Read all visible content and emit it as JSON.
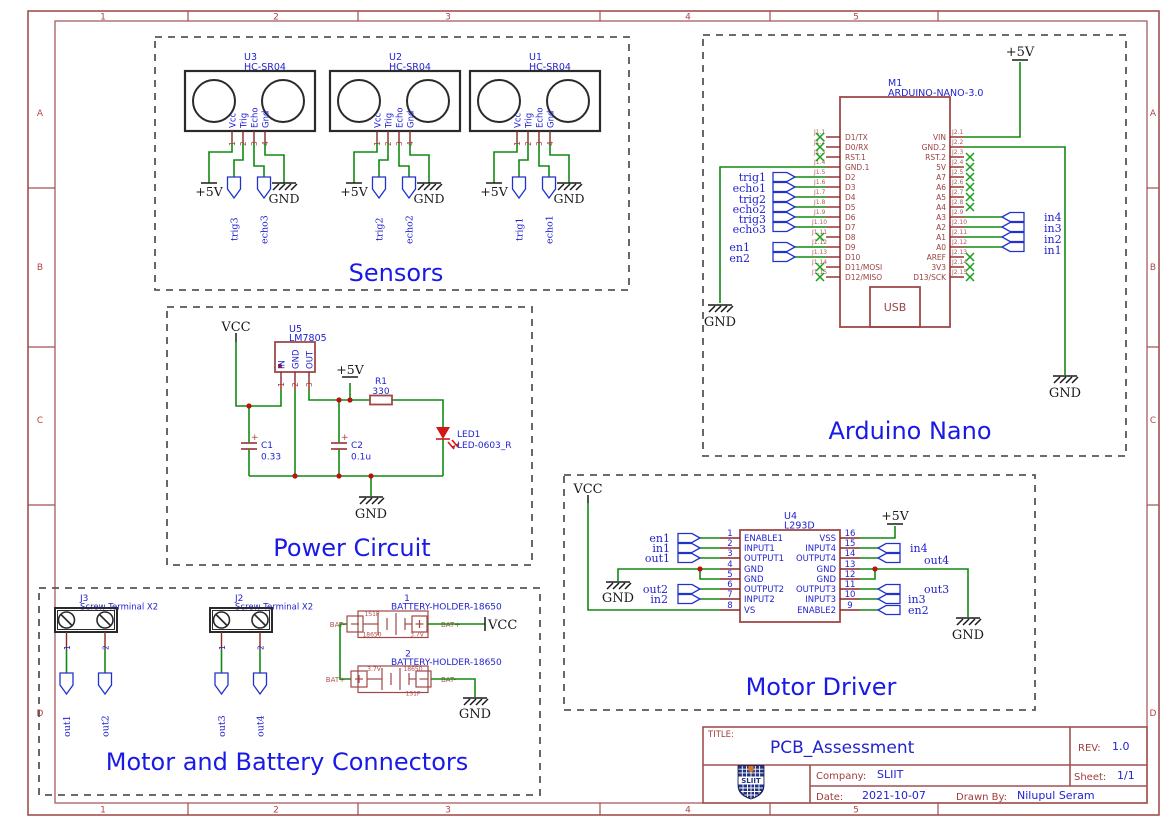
{
  "border": {
    "columns": [
      "1",
      "2",
      "3",
      "4",
      "5"
    ],
    "rows": [
      "A",
      "B",
      "C",
      "D"
    ]
  },
  "palette": {
    "wire_green": "#108a10",
    "part_red": "#a04848",
    "label_blue": "#2222d0",
    "frame_red": "#a15050",
    "black": "#1a1a1a",
    "led_red": "#d01818"
  },
  "sensors": {
    "title": "Sensors",
    "pin_names": [
      "Vcc",
      "Trig",
      "Echo",
      "Gnd"
    ],
    "pin_numbers": [
      "1",
      "2",
      "3",
      "4"
    ],
    "units": [
      {
        "ref": "U3",
        "part": "HC-SR04",
        "power": "+5V",
        "gnd": "GND",
        "trig": "trig3",
        "echo": "echo3"
      },
      {
        "ref": "U2",
        "part": "HC-SR04",
        "power": "+5V",
        "gnd": "GND",
        "trig": "trig2",
        "echo": "echo2"
      },
      {
        "ref": "U1",
        "part": "HC-SR04",
        "power": "+5V",
        "gnd": "GND",
        "trig": "trig1",
        "echo": "echo1"
      }
    ]
  },
  "arduino": {
    "title": "Arduino Nano",
    "ref": "M1",
    "part": "ARDUINO-NANO-3.0",
    "usb": "USB",
    "power": "+5V",
    "gnd_left": "GND",
    "gnd_right": "GND",
    "left_pins": [
      {
        "num": "J1.1",
        "name": "D1/TX"
      },
      {
        "num": "J1.2",
        "name": "D0/RX"
      },
      {
        "num": "J1.3",
        "name": "RST.1"
      },
      {
        "num": "J1.4",
        "name": "GND.1"
      },
      {
        "num": "J1.5",
        "name": "D2"
      },
      {
        "num": "J1.6",
        "name": "D3"
      },
      {
        "num": "J1.7",
        "name": "D4"
      },
      {
        "num": "J1.8",
        "name": "D5"
      },
      {
        "num": "J1.9",
        "name": "D6"
      },
      {
        "num": "J1.10",
        "name": "D7"
      },
      {
        "num": "J1.11",
        "name": "D8"
      },
      {
        "num": "J1.12",
        "name": "D9"
      },
      {
        "num": "J1.13",
        "name": "D10"
      },
      {
        "num": "J1.14",
        "name": "D11/MOSI"
      },
      {
        "num": "J1.15",
        "name": "D12/MISO"
      }
    ],
    "right_pins": [
      {
        "num": "J2.1",
        "name": "VIN"
      },
      {
        "num": "J2.2",
        "name": "GND.2"
      },
      {
        "num": "J2.3",
        "name": "RST.2"
      },
      {
        "num": "J2.4",
        "name": "5V"
      },
      {
        "num": "J2.5",
        "name": "A7"
      },
      {
        "num": "J2.6",
        "name": "A6"
      },
      {
        "num": "J2.7",
        "name": "A5"
      },
      {
        "num": "J2.8",
        "name": "A4"
      },
      {
        "num": "J2.9",
        "name": "A3"
      },
      {
        "num": "J2.10",
        "name": "A2"
      },
      {
        "num": "J2.11",
        "name": "A1"
      },
      {
        "num": "J2.12",
        "name": "A0"
      },
      {
        "num": "J2.13",
        "name": "AREF"
      },
      {
        "num": "J2.14",
        "name": "3V3"
      },
      {
        "num": "J2.15",
        "name": "D13/SCK"
      }
    ],
    "left_ports": [
      "trig1",
      "echo1",
      "trig2",
      "echo2",
      "trig3",
      "echo3"
    ],
    "en_ports": [
      "en1",
      "en2"
    ],
    "right_ports": [
      "in4",
      "in3",
      "in2",
      "in1"
    ]
  },
  "power": {
    "title": "Power Circuit",
    "vcc": "VCC",
    "plus5": "+5V",
    "gnd": "GND",
    "plus": "+",
    "u5": {
      "ref": "U5",
      "part": "LM7805",
      "pin_names": [
        "IN",
        "GND",
        "OUT"
      ],
      "pin_numbers": [
        "1",
        "2",
        "3"
      ]
    },
    "r1": {
      "ref": "R1",
      "value": "330"
    },
    "c1": {
      "ref": "C1",
      "value": "0.33"
    },
    "c2": {
      "ref": "C2",
      "value": "0.1u"
    },
    "led": {
      "ref": "LED1",
      "part": "LED-0603_R"
    }
  },
  "motor_driver": {
    "title": "Motor Driver",
    "ref": "U4",
    "part": "L293D",
    "vcc": "VCC",
    "plus5": "+5V",
    "gnd_left": "GND",
    "gnd_right": "GND",
    "left_pins": [
      {
        "num": "1",
        "name": "ENABLE1"
      },
      {
        "num": "2",
        "name": "INPUT1"
      },
      {
        "num": "3",
        "name": "OUTPUT1"
      },
      {
        "num": "4",
        "name": "GND"
      },
      {
        "num": "5",
        "name": "GND"
      },
      {
        "num": "6",
        "name": "OUTPUT2"
      },
      {
        "num": "7",
        "name": "INPUT2"
      },
      {
        "num": "8",
        "name": "VS"
      }
    ],
    "right_pins": [
      {
        "num": "16",
        "name": "VSS"
      },
      {
        "num": "15",
        "name": "INPUT4"
      },
      {
        "num": "14",
        "name": "OUTPUT4"
      },
      {
        "num": "13",
        "name": "GND"
      },
      {
        "num": "12",
        "name": "GND"
      },
      {
        "num": "11",
        "name": "OUTPUT3"
      },
      {
        "num": "10",
        "name": "INPUT3"
      },
      {
        "num": "9",
        "name": "ENABLE2"
      }
    ],
    "left_ports": [
      "en1",
      "in1",
      "out1",
      "out2",
      "in2"
    ],
    "right_ports": [
      "in4",
      "out4",
      "out3",
      "in3",
      "en2"
    ]
  },
  "connectors": {
    "title": "Motor and Battery Connectors",
    "j3": {
      "ref": "J3",
      "part": "Screw Terminal X2",
      "pin_numbers": [
        "1",
        "2"
      ],
      "ports": [
        "out1",
        "out2"
      ]
    },
    "j2": {
      "ref": "J2",
      "part": "Screw Terminal X2",
      "pin_numbers": [
        "1",
        "2"
      ],
      "ports": [
        "out3",
        "out4"
      ]
    },
    "bat1": {
      "des": "1",
      "part": "BATTERY-HOLDER-18650",
      "neg": "BAT-",
      "pos": "BAT+",
      "t1": "1S1P",
      "t2": "18650",
      "t3": "3.7V",
      "net": "VCC"
    },
    "bat2": {
      "des": "2",
      "part": "BATTERY-HOLDER-18650",
      "pos": "BAT+",
      "neg": "BAT-",
      "t1": "3.7V",
      "t2": "18650",
      "t3": "1S1P",
      "gnd": "GND"
    }
  },
  "title_block": {
    "title_label": "TITLE:",
    "title": "PCB_Assessment",
    "rev_label": "REV:",
    "rev": "1.0",
    "company_label": "Company:",
    "company": "SLIIT",
    "sheet_label": "Sheet:",
    "sheet": "1/1",
    "date_label": "Date:",
    "date": "2021-10-07",
    "drawn_label": "Drawn By:",
    "drawn": "Nilupul Seram",
    "logo_text": "SLIIT"
  }
}
